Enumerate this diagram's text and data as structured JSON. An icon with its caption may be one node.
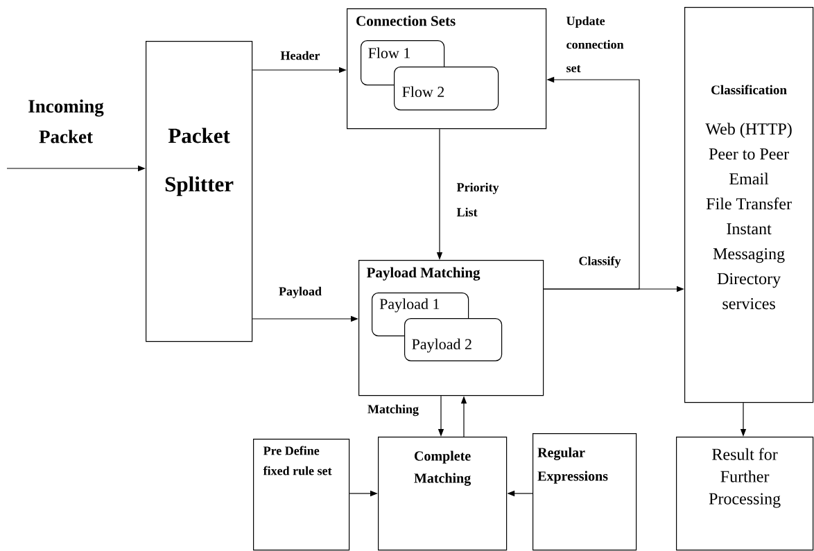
{
  "diagram": {
    "nodes": [
      {
        "text": [
          "Packet Splitter"
        ]
      },
      {
        "text": [
          "Connection Sets"
        ]
      },
      {
        "text": [
          "Flow 1"
        ],
        "in": 1
      },
      {
        "text": [
          "Flow 2"
        ],
        "in": 1
      },
      {
        "text": [
          "Payload Matching"
        ]
      },
      {
        "text": [
          "Payload 1"
        ],
        "in": 4
      },
      {
        "text": [
          "Payload 2"
        ],
        "in": 4
      },
      {
        "text": [
          "Classification",
          "Web (HTTP)",
          "Peer to Peer",
          "Email",
          "File Transfer",
          "Instant Messaging",
          "Directory services"
        ]
      },
      {
        "text": [
          "Pre Define fixed rule set"
        ]
      },
      {
        "text": [
          "Complete Matching"
        ]
      },
      {
        "text": [
          "Regular Expressions"
        ]
      },
      {
        "text": [
          "Result for Further Processing"
        ]
      }
    ],
    "edges": [
      {
        "from": null,
        "to": 0,
        "arrow": "to",
        "label": "Incoming Packet"
      },
      {
        "from": 0,
        "to": 1,
        "arrow": "to",
        "label": "Header"
      },
      {
        "from": 0,
        "to": 4,
        "arrow": "to",
        "label": "Payload"
      },
      {
        "from": 1,
        "to": 4,
        "arrow": "to",
        "label": "Priority List"
      },
      {
        "from": 4,
        "to": 7,
        "arrow": "to",
        "label": "Classify"
      },
      {
        "from": 4,
        "to": 1,
        "arrow": "to",
        "label": "Update connection set"
      },
      {
        "from": 4,
        "to": 9,
        "arrow": "to",
        "label": "Matching"
      },
      {
        "from": 9,
        "to": 4,
        "arrow": "to"
      },
      {
        "from": 8,
        "to": 9,
        "arrow": "to"
      },
      {
        "from": 10,
        "to": 9,
        "arrow": "to"
      },
      {
        "from": 7,
        "to": 11,
        "arrow": "to"
      }
    ]
  }
}
